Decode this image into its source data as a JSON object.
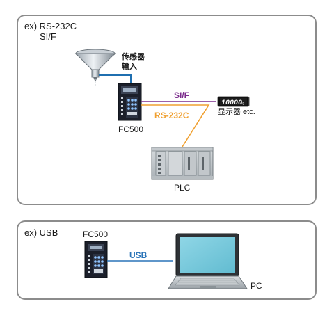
{
  "rs_panel": {
    "title_line1": "ex) RS-232C",
    "title_line2": "SI/F",
    "sensor_label_line1": "传感器",
    "sensor_label_line2": "输入",
    "controller_label": "FC500",
    "sif_link_label": "SI/F",
    "rs232c_link_label": "RS-232C",
    "display_label": "显示器 etc.",
    "display_reading": "10000",
    "display_unit": "kg",
    "plc_label": "PLC"
  },
  "usb_panel": {
    "title": "ex) USB",
    "controller_label": "FC500",
    "usb_link_label": "USB",
    "pc_label": "PC"
  },
  "colors": {
    "panel_border": "#8c8c8c",
    "sif_line": "#7b2c8c",
    "rs232c_line": "#f0a030",
    "usb_line": "#2a74b8",
    "sensor_cable": "#1f6fb0",
    "screen": "#7ccbdc"
  }
}
